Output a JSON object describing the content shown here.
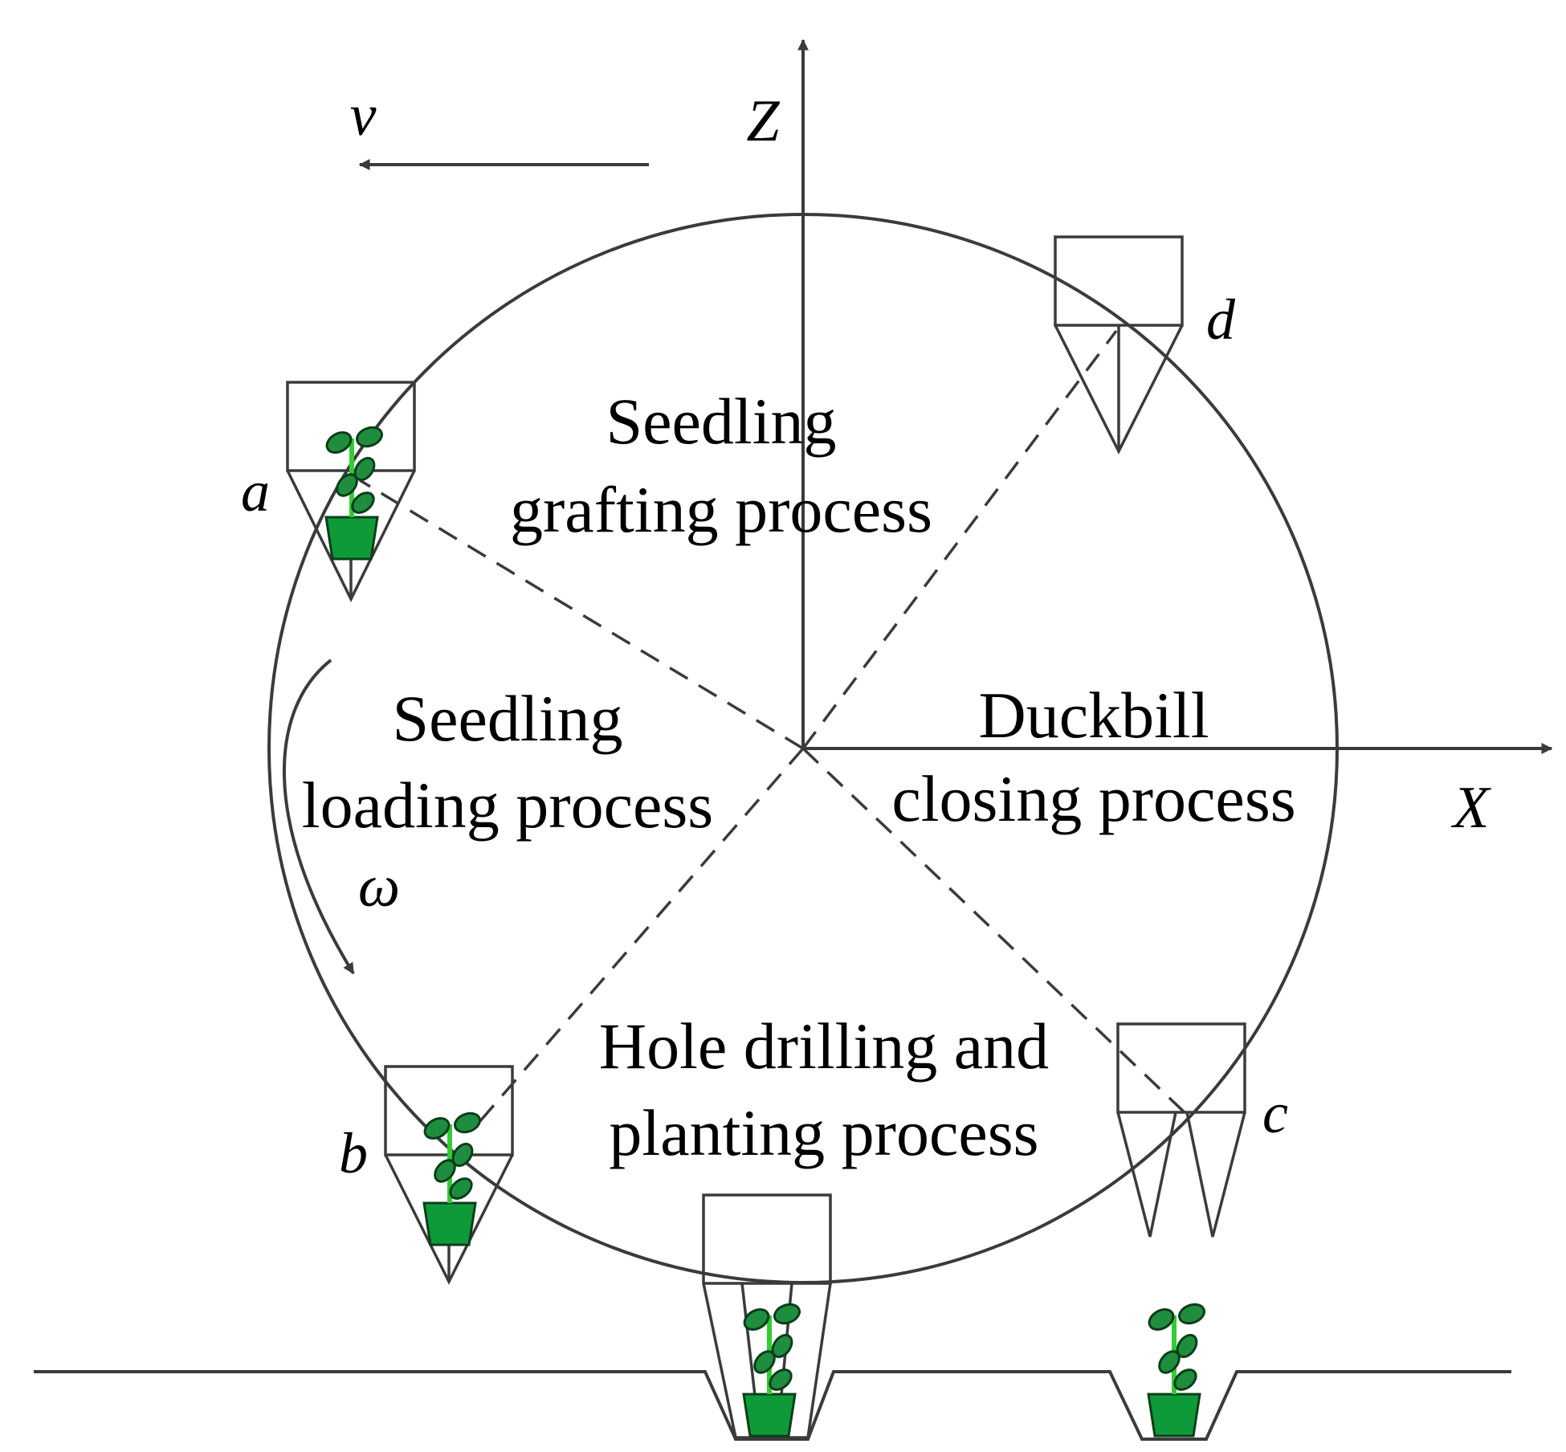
{
  "axes": {
    "z_label": "Z",
    "x_label": "X"
  },
  "velocity": {
    "label": "v"
  },
  "rotation": {
    "label": "ω"
  },
  "processes": {
    "grafting": {
      "line1": "Seedling",
      "line2": "grafting process"
    },
    "loading": {
      "line1": "Seedling",
      "line2": "loading process"
    },
    "closing": {
      "line1": "Duckbill",
      "line2": "closing process"
    },
    "planting": {
      "line1": "Hole drilling and",
      "line2": "planting process"
    }
  },
  "positions": {
    "a": "a",
    "b": "b",
    "c": "c",
    "d": "d"
  },
  "colors": {
    "line": "#3b3b3b",
    "seedling_leaf": "#1e8e3e",
    "seedling_leaf_edge": "#0b3d1a",
    "seedling_stem": "#33cc33",
    "pot": "#0f9a3a"
  },
  "icons": [
    "seedling-icon",
    "duckbill-planter-icon",
    "planting-hole-icon",
    "rotation-arrow-icon",
    "velocity-arrow-icon"
  ]
}
